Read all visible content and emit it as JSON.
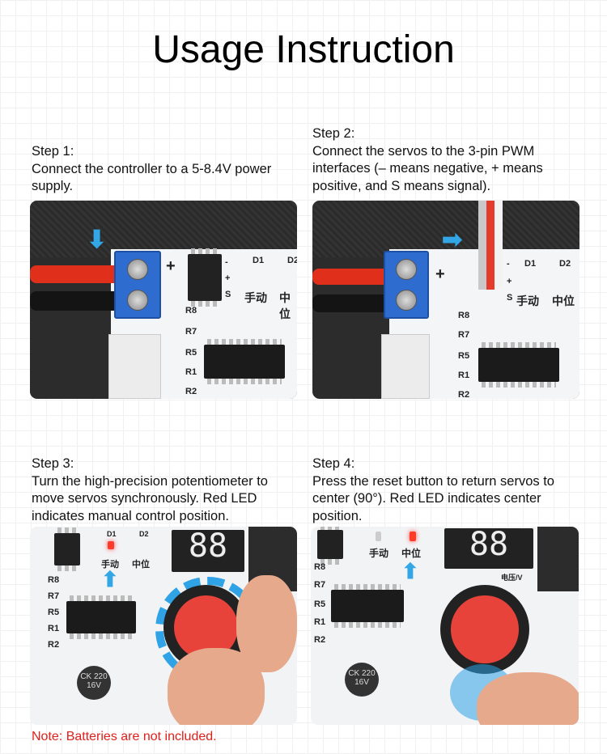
{
  "title": "Usage Instruction",
  "steps": [
    {
      "heading": "Step 1:",
      "text": "Connect the controller to a 5-8.4V power supply."
    },
    {
      "heading": "Step 2:",
      "text": "Connect the servos to the 3-pin PWM interfaces (– means negative, + means positive, and S means signal)."
    },
    {
      "heading": "Step 3:",
      "text": "Turn the high-precision potentiometer to move servos synchronously. Red LED indicates manual control position."
    },
    {
      "heading": "Step 4:",
      "text": "Press the reset button to return servos to center (90°). Red LED indicates center position."
    }
  ],
  "board": {
    "plus": "+",
    "minus": "-",
    "signal": "S",
    "d1": "D1",
    "d2": "D2",
    "manual": "手动",
    "center": "中位",
    "r8": "R8",
    "r7": "R7",
    "r5": "R5",
    "r1": "R1",
    "r2": "R2",
    "voltage": "电压/V",
    "cap": "CK 220 16V",
    "display": "88"
  },
  "note": "Note: Batteries are not included.",
  "colors": {
    "arrow": "#33a6e6",
    "note": "#e0201b",
    "knob": "#e8433b"
  }
}
